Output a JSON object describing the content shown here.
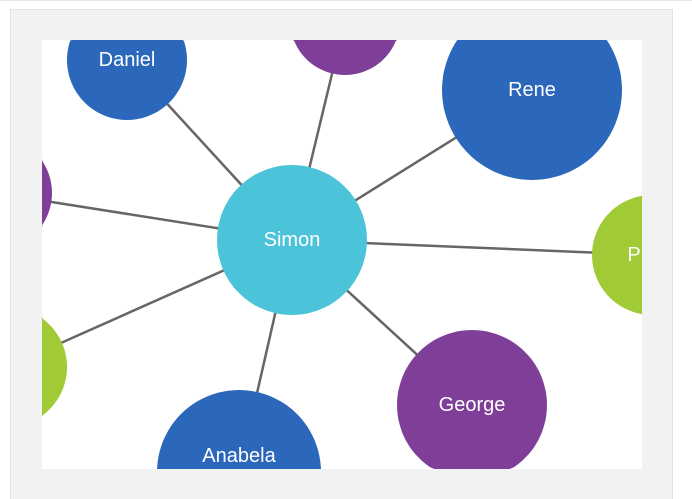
{
  "graph": {
    "center": {
      "name": "Simon",
      "color": "#4bc4d9"
    },
    "nodes": [
      {
        "name": "Daniel",
        "color": "#2b67ba"
      },
      {
        "name": "",
        "color": "#7f3f98"
      },
      {
        "name": "Rene",
        "color": "#2b67ba"
      },
      {
        "name": "P",
        "color": "#a0cb37"
      },
      {
        "name": "George",
        "color": "#7f3f98"
      },
      {
        "name": "Anabela",
        "color": "#2b67ba"
      },
      {
        "name": "",
        "color": "#a0cb37"
      },
      {
        "name": "",
        "color": "#7f3f98"
      }
    ],
    "edge_color": "#666666"
  }
}
